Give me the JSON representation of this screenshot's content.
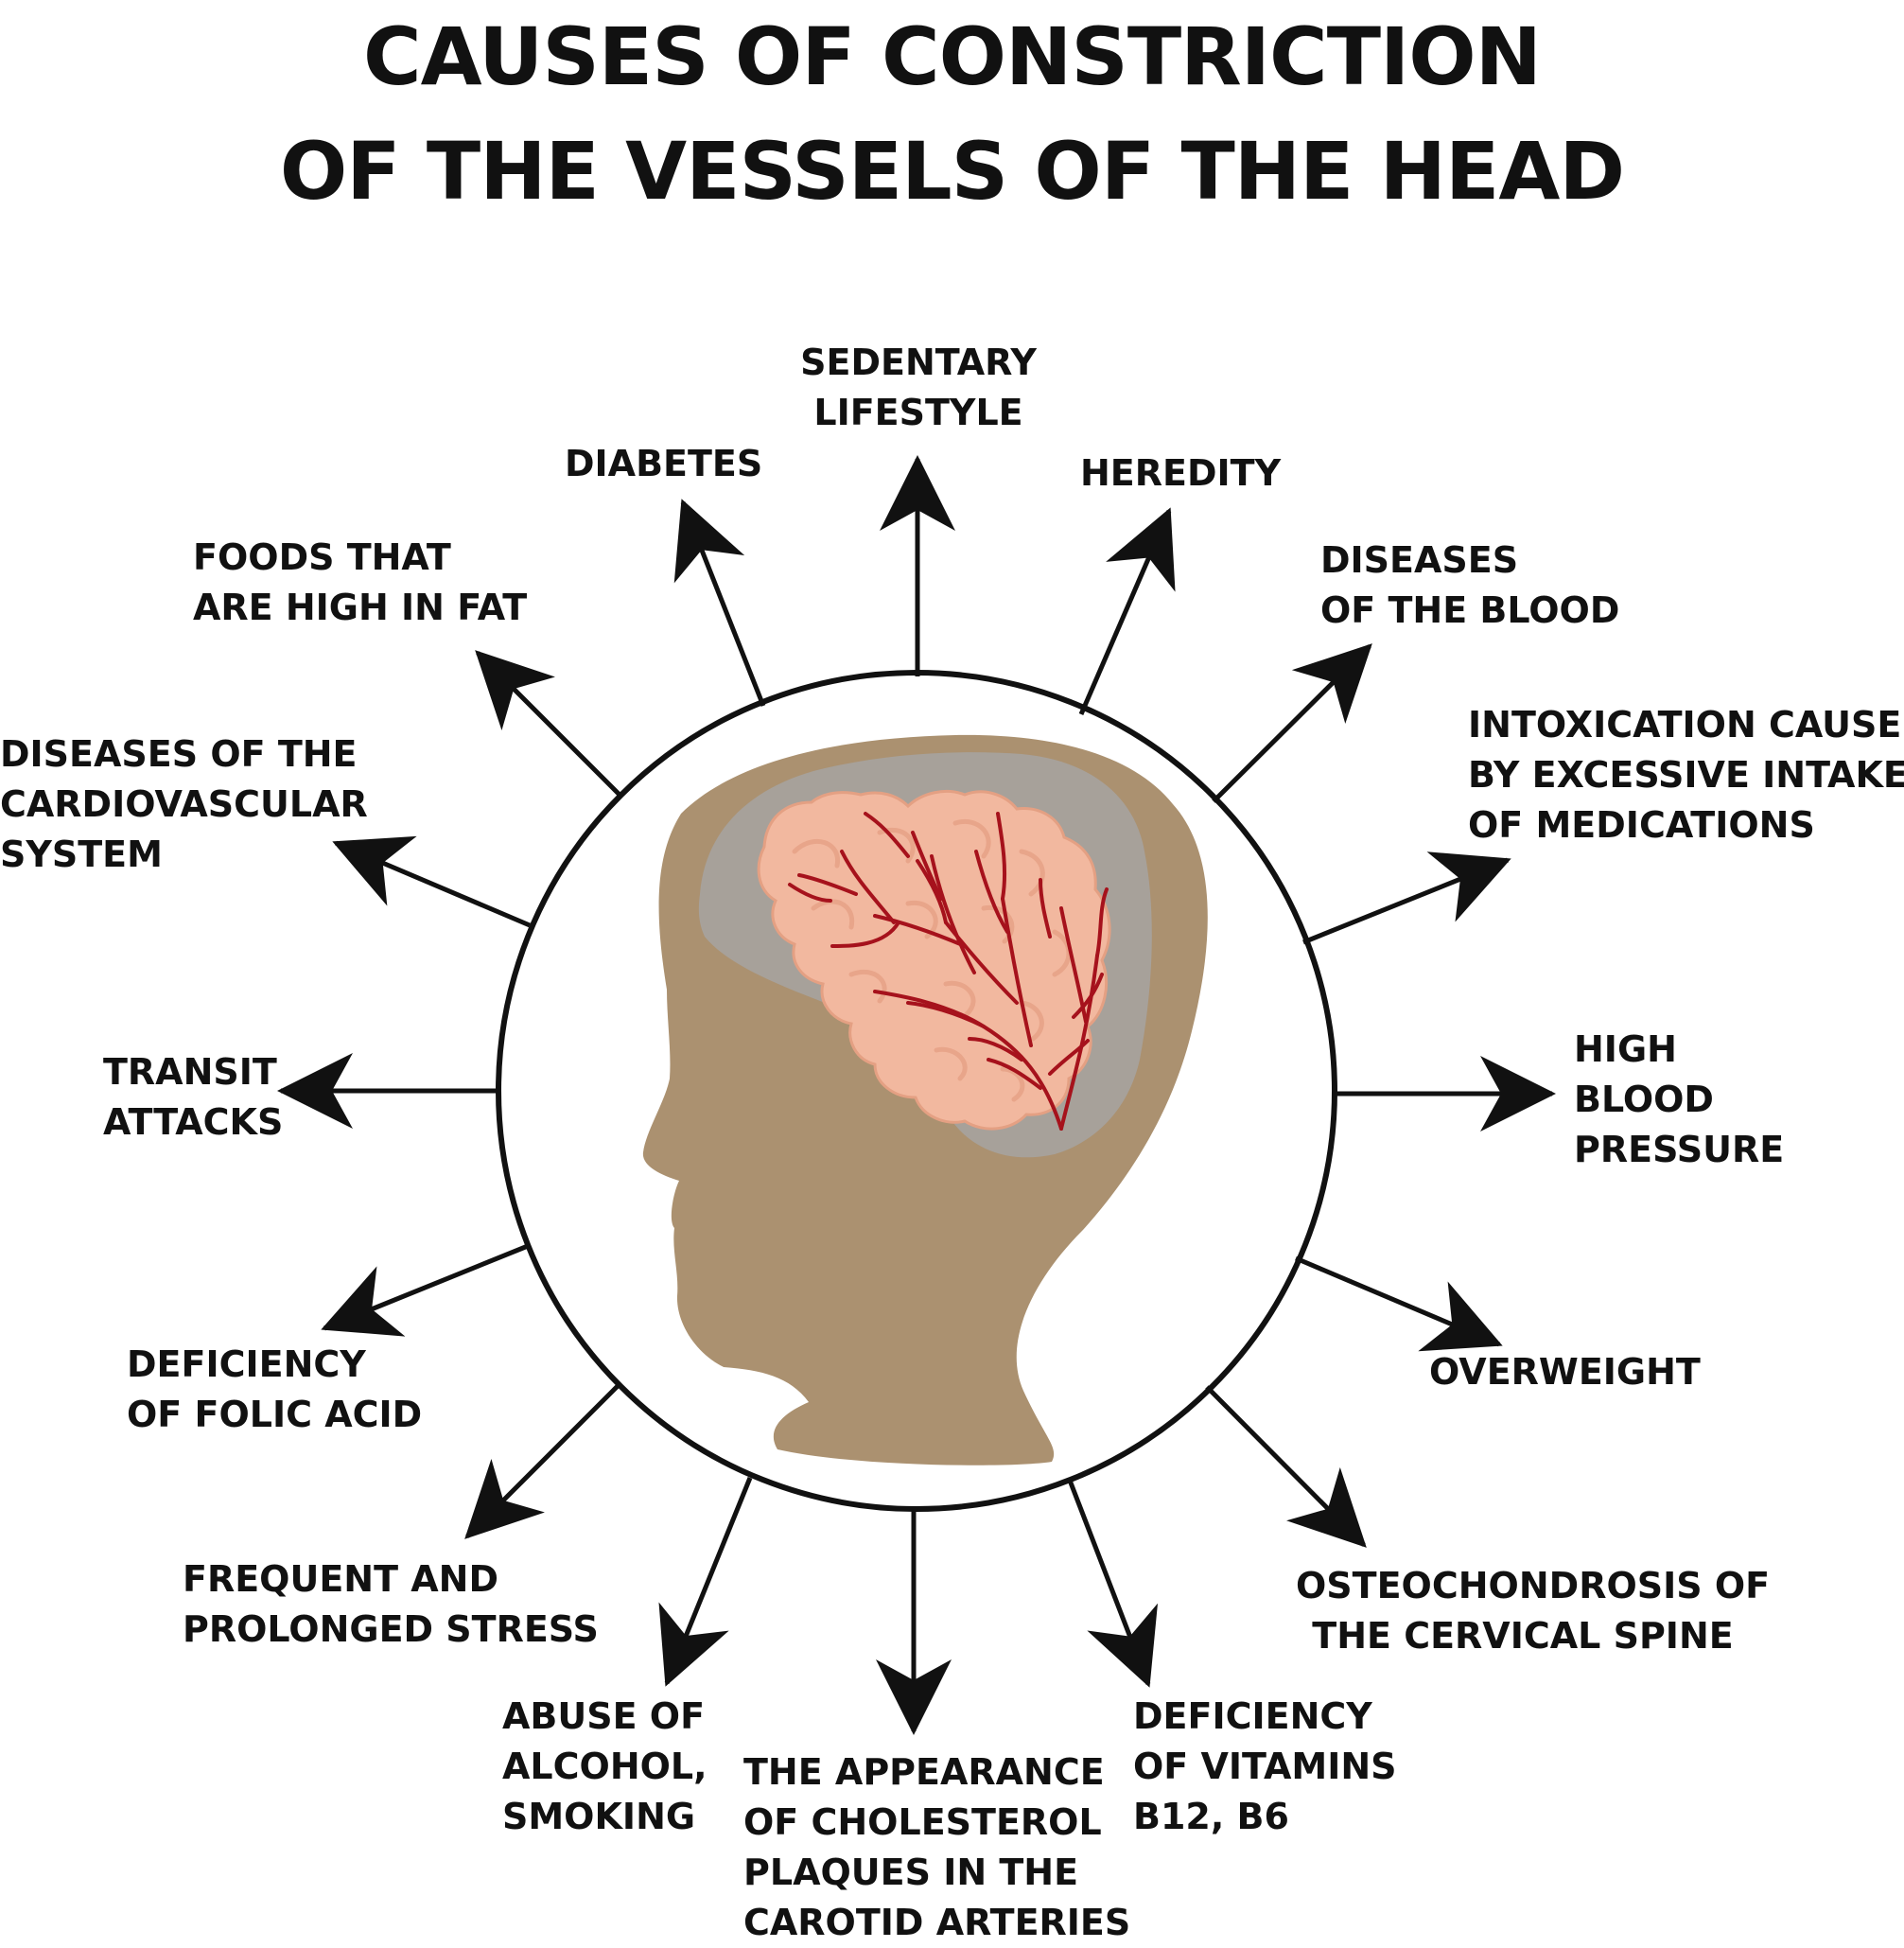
{
  "title": {
    "line1": "CAUSES OF CONSTRICTION",
    "line2": "OF THE VESSELS OF THE HEAD"
  },
  "colors": {
    "head": "#ab9170",
    "skull": "#a7a19a",
    "brain": "#f2b89f",
    "brain_fold": "#e8a58a",
    "vessels": "#a6121c",
    "lines": "#111111",
    "background": "#ffffff"
  },
  "causes": {
    "sedentary": {
      "line1": "SEDENTARY",
      "line2": "LIFESTYLE"
    },
    "diabetes": {
      "line1": "DIABETES"
    },
    "heredity": {
      "line1": "HEREDITY"
    },
    "foods": {
      "line1": "FOODS THAT",
      "line2": "ARE HIGH IN FAT"
    },
    "blood_diseases": {
      "line1": "DISEASES",
      "line2": "OF THE BLOOD"
    },
    "cardio": {
      "line1": "DISEASES OF THE",
      "line2": "CARDIOVASCULAR",
      "line3": "SYSTEM"
    },
    "intoxication": {
      "line1": "INTOXICATION CAUSED",
      "line2": "BY EXCESSIVE INTAKE",
      "line3": "OF MEDICATIONS"
    },
    "transit": {
      "line1": "TRANSIT",
      "line2": "ATTACKS"
    },
    "pressure": {
      "line1": "HIGH",
      "line2": "BLOOD",
      "line3": "PRESSURE"
    },
    "folic": {
      "line1": "DEFICIENCY",
      "line2": "OF FOLIC ACID"
    },
    "overweight": {
      "line1": "OVERWEIGHT"
    },
    "stress": {
      "line1": "FREQUENT AND",
      "line2": "PROLONGED STRESS"
    },
    "osteo": {
      "line1": "OSTEOCHONDROSIS OF",
      "line2": "THE CERVICAL SPINE"
    },
    "alcohol": {
      "line1": "ABUSE OF",
      "line2": "ALCOHOL,",
      "line3": "SMOKING"
    },
    "cholesterol": {
      "line1": "THE APPEARANCE",
      "line2": "OF CHOLESTEROL",
      "line3": "PLAQUES IN THE",
      "line4": "CAROTID ARTERIES"
    },
    "vitamins": {
      "line1": "DEFICIENCY",
      "line2": "OF VITAMINS",
      "line3": "B12, B6"
    }
  }
}
